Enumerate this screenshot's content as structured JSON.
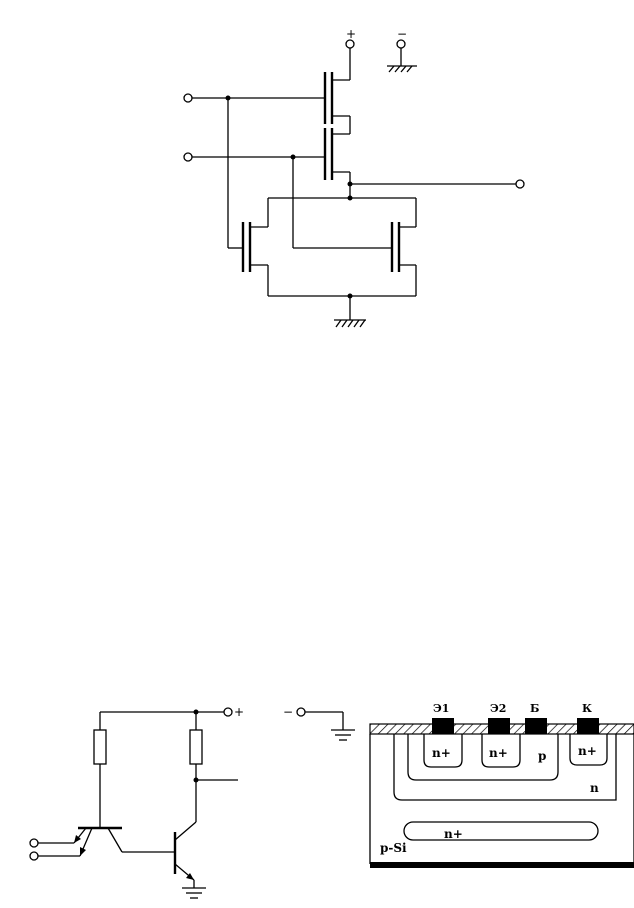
{
  "cmos_nor": {
    "supply_plus": "+",
    "supply_minus": "−"
  },
  "ttl": {
    "supply_plus": "+",
    "supply_minus": "−"
  },
  "cross_section": {
    "contacts": [
      "Э1",
      "Э2",
      "Б",
      "К"
    ],
    "regions": {
      "n_plus_1": "n+",
      "n_plus_2": "n+",
      "p_base": "p",
      "n_plus_collector": "n+",
      "n_epi": "n",
      "n_plus_buried": "n+",
      "substrate": "p-Si"
    }
  }
}
